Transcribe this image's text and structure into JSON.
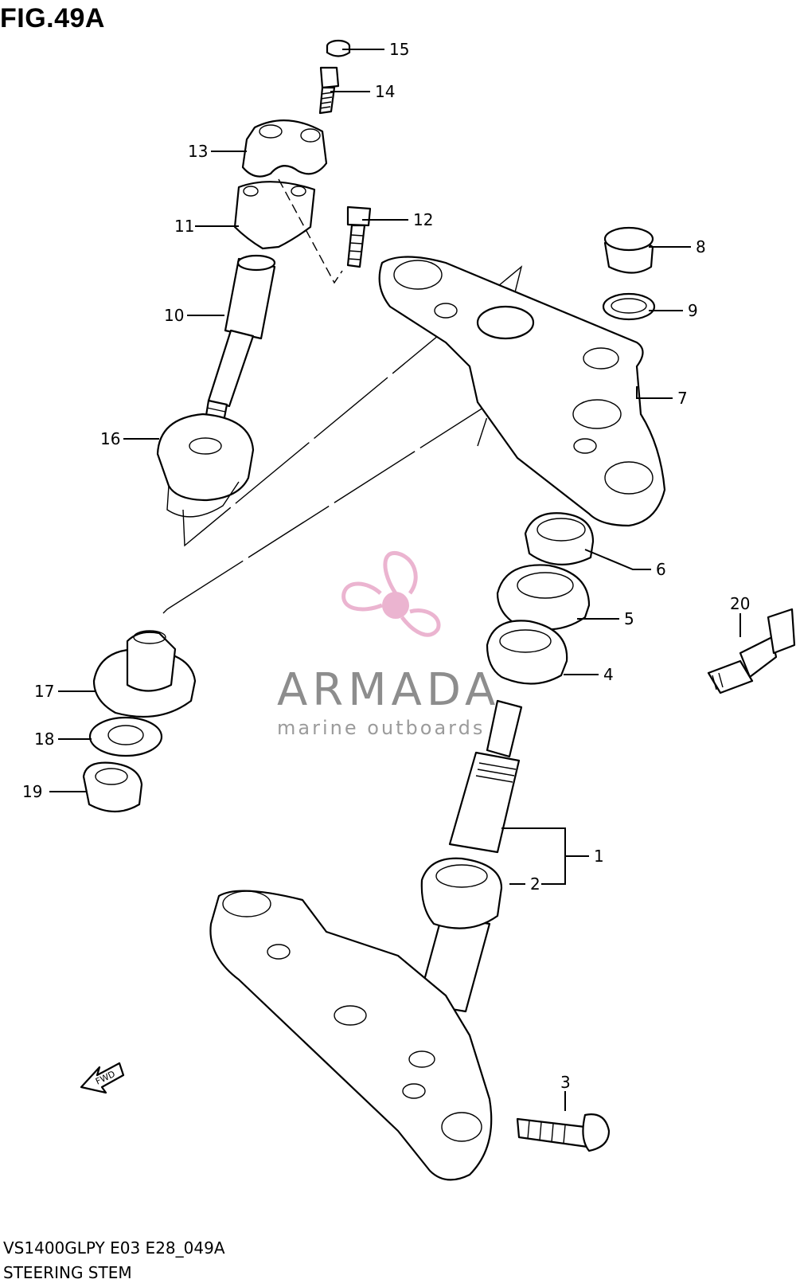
{
  "figure": {
    "title": "FIG.49A",
    "model_code": "VS1400GLPY E03 E28_049A",
    "section_name": "STEERING STEM"
  },
  "callouts": [
    {
      "id": "1",
      "label": "1"
    },
    {
      "id": "2",
      "label": "2"
    },
    {
      "id": "3",
      "label": "3"
    },
    {
      "id": "4",
      "label": "4"
    },
    {
      "id": "5",
      "label": "5"
    },
    {
      "id": "6",
      "label": "6"
    },
    {
      "id": "7",
      "label": "7"
    },
    {
      "id": "8",
      "label": "8"
    },
    {
      "id": "9",
      "label": "9"
    },
    {
      "id": "10",
      "label": "10"
    },
    {
      "id": "11",
      "label": "11"
    },
    {
      "id": "12",
      "label": "12"
    },
    {
      "id": "13",
      "label": "13"
    },
    {
      "id": "14",
      "label": "14"
    },
    {
      "id": "15",
      "label": "15"
    },
    {
      "id": "16",
      "label": "16"
    },
    {
      "id": "17",
      "label": "17"
    },
    {
      "id": "18",
      "label": "18"
    },
    {
      "id": "19",
      "label": "19"
    },
    {
      "id": "20",
      "label": "20"
    }
  ],
  "direction_marker": {
    "label": "FWD",
    "icon": "forward-arrow-icon"
  },
  "watermark": {
    "brand": "ARMADA",
    "tagline": "marine outboards",
    "logo_icon": "propeller-icon",
    "logo_color": "#e8a8c8"
  }
}
